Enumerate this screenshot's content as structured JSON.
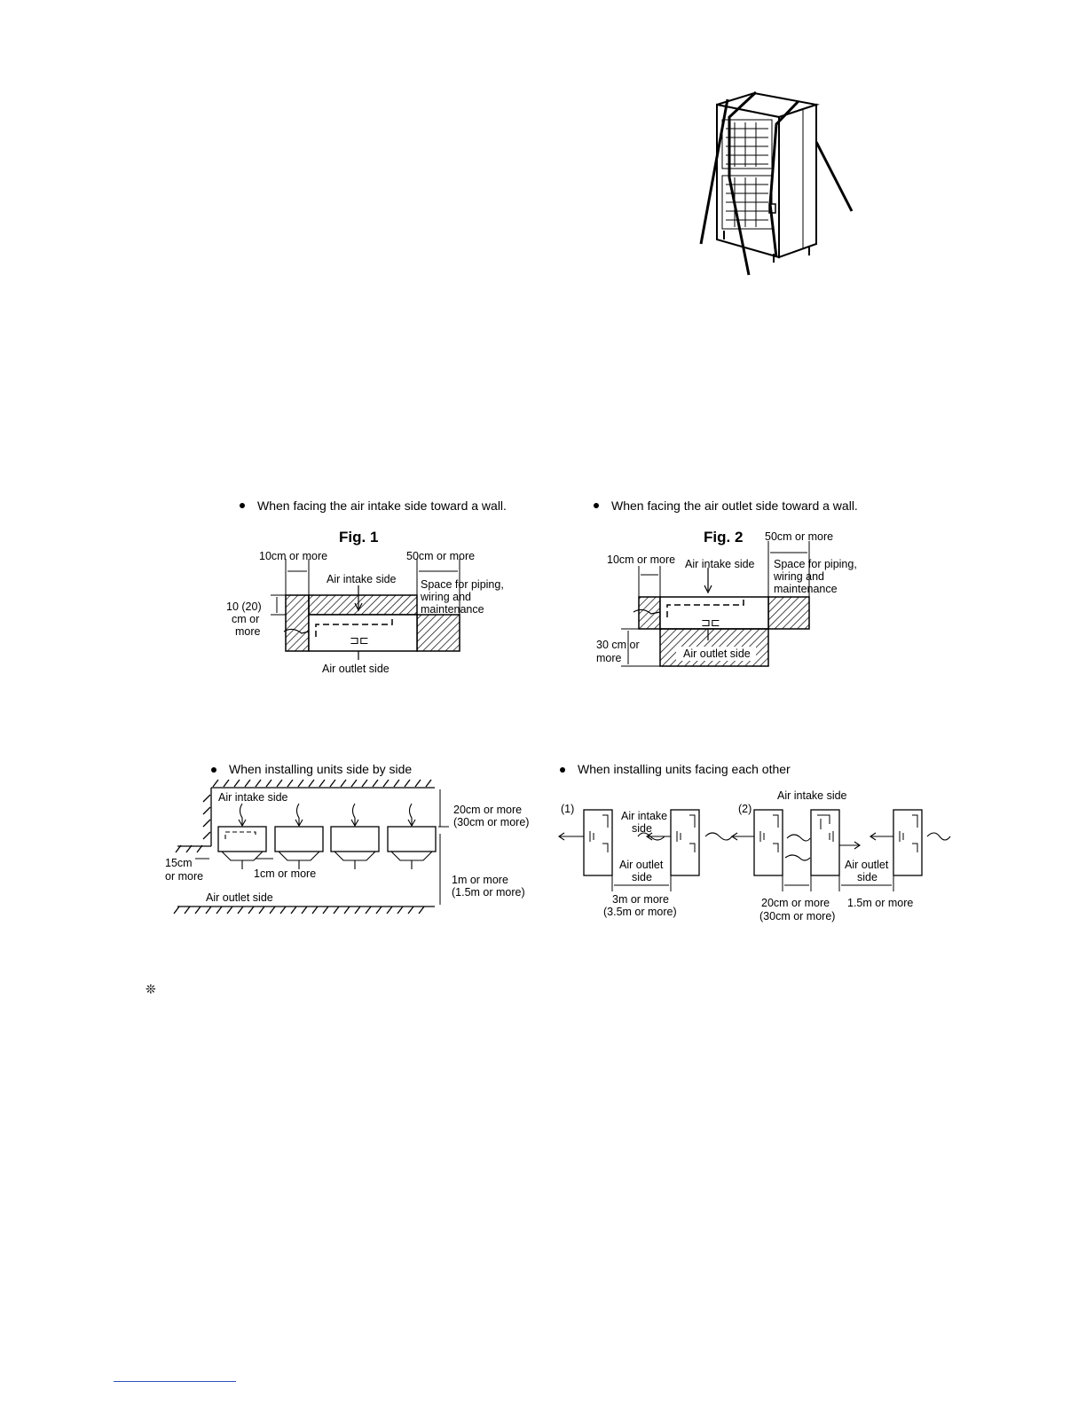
{
  "captions": {
    "intake_wall": "When facing the air intake side toward a wall.",
    "outlet_wall": "When facing the air outlet side toward a wall.",
    "side_by_side": "When installing units side by side",
    "facing": "When installing units facing each other"
  },
  "fig1": {
    "title": "Fig. 1",
    "left_clearance": "10cm or more",
    "right_clearance": "50cm or more",
    "intake": "Air intake side",
    "outlet": "Air outlet side",
    "space": [
      "Space for piping,",
      "wiring and",
      "maintenance"
    ],
    "vertical": [
      "10 (20)",
      "cm or",
      "more"
    ]
  },
  "fig2": {
    "title": "Fig. 2",
    "left_clearance": "10cm or more",
    "right_clearance": "50cm or more",
    "intake": "Air intake side",
    "outlet": "Air outlet side",
    "space": [
      "Space for piping,",
      "wiring and",
      "maintenance"
    ],
    "bottom": [
      "30 cm or",
      "more"
    ]
  },
  "side": {
    "intake": "Air intake side",
    "outlet": "Air outlet side",
    "top_clear": [
      "20cm or more",
      "(30cm or more)"
    ],
    "bottom_clear": [
      "1m or more",
      "(1.5m or more)"
    ],
    "left_clear": [
      "15cm",
      "or more"
    ],
    "between": "1cm or more"
  },
  "facing": {
    "label1": "(1)",
    "label2": "(2)",
    "intake_top": "Air intake side",
    "intake1": [
      "Air intake",
      "side"
    ],
    "outlet1": [
      "Air outlet",
      "side"
    ],
    "dist1": [
      "3m or more",
      "(3.5m or more)"
    ],
    "outlet2": [
      "Air outlet",
      "side"
    ],
    "dist2": [
      "20cm or more",
      "(30cm or more)"
    ],
    "dist3": "1.5m or more"
  },
  "note_symbol": "❊"
}
